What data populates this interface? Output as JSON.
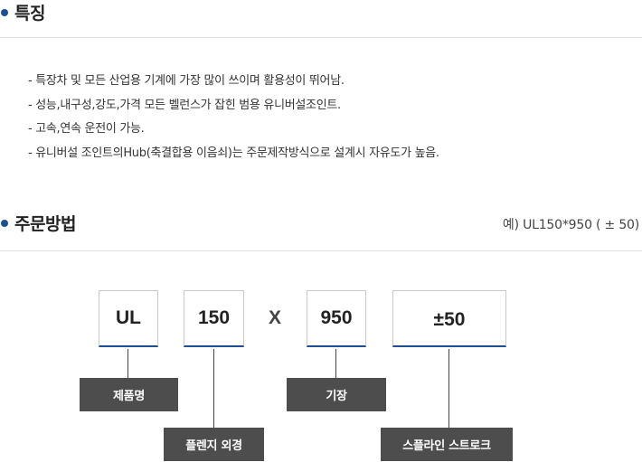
{
  "features_section": {
    "title": "특징",
    "items": [
      "- 특장차 및 모든 산업용 기계에 가장 많이 쓰이며 활용성이 뛰어남.",
      "- 성능,내구성,강도,가격 모든 벨런스가 잡힌 범용 유니버설조인트.",
      "- 고속,연속 운전이 가능.",
      "- 유니버설 조인트의Hub(축결합용 이음쇠)는 주문제작방식으로 설계시 자유도가 높음."
    ]
  },
  "order_section": {
    "title": "주문방법",
    "example": "예) UL150*950 ( ± 50)",
    "code_parts": {
      "product": "UL",
      "flange": "150",
      "separator": "X",
      "length": "950",
      "stroke": "±50"
    },
    "labels": {
      "product": "제품명",
      "flange": "플렌지 외경",
      "length": "기장",
      "stroke": "스플라인 스트로크"
    }
  },
  "colors": {
    "accent": "#1d4f91",
    "label_bg": "#4d4d4d"
  }
}
